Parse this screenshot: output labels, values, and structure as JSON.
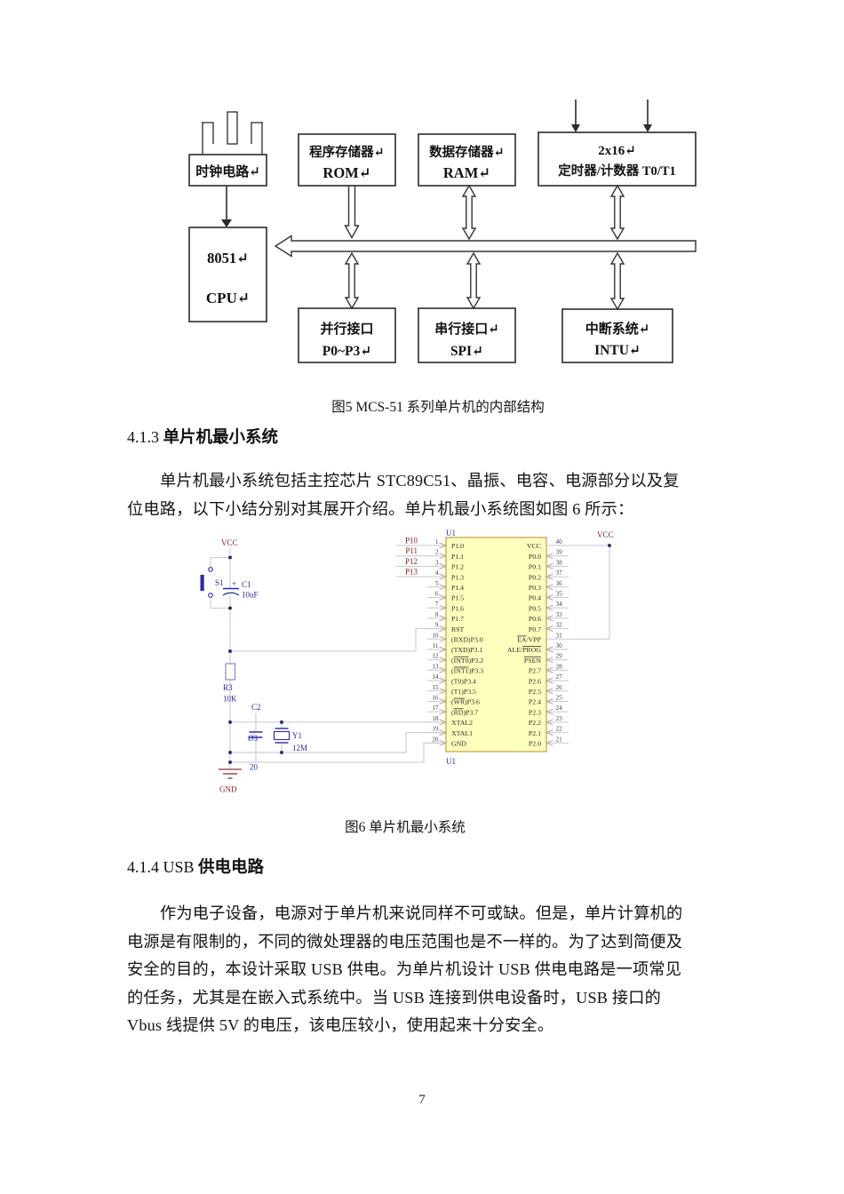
{
  "page": {
    "number": "7"
  },
  "fig5": {
    "caption": "图5 MCS-51 系列单片机的内部结构",
    "blocks": {
      "clock": {
        "lines": [
          "时钟电路↵"
        ]
      },
      "rom": {
        "lines": [
          "程序存储器↵",
          "ROM↵"
        ]
      },
      "ram": {
        "lines": [
          "数据存储器↵",
          "RAM↵"
        ]
      },
      "timer": {
        "lines": [
          "2x16↵",
          "定时器/计数器 T0/T1"
        ]
      },
      "cpu": {
        "lines": [
          "8051↵",
          "CPU↵"
        ]
      },
      "parallel": {
        "lines": [
          "并行接口",
          "P0~P3↵"
        ]
      },
      "serial": {
        "lines": [
          "串行接口↵",
          "SPI↵"
        ]
      },
      "interrupt": {
        "lines": [
          "中断系统↵",
          "INTU↵"
        ]
      }
    }
  },
  "sections": {
    "s413": {
      "prefix": "4.1.3 ",
      "title": "单片机最小系统"
    },
    "s414": {
      "prefix": "4.1.4 USB ",
      "title": "供电电路"
    }
  },
  "paragraphs": {
    "p1": {
      "lines": [
        "单片机最小系统包括主控芯片 STC89C51、晶振、电容、电源部分以及复",
        "位电路，以下小结分别对其展开介绍。单片机最小系统图如图 6 所示："
      ]
    },
    "p2": {
      "lines": [
        "作为电子设备，电源对于单片机来说同样不可或缺。但是，单片计算机的",
        "电源是有限制的，不同的微处理器的电压范围也是不一样的。为了达到简便及",
        "安全的目的，本设计采取 USB 供电。为单片机设计 USB 供电电路是一项常见",
        "的任务，尤其是在嵌入式系统中。当 USB 连接到供电设备时，USB 接口的",
        "Vbus 线提供 5V 的电压，该电压较小，使用起来十分安全。"
      ]
    }
  },
  "fig6": {
    "caption": "图6 单片机最小系统",
    "labels": {
      "u1_top": "U1",
      "u1_bottom": "U1",
      "vcc_left": "VCC",
      "vcc_right": "VCC",
      "gnd": "GND",
      "s1": "S1",
      "plus": "+",
      "c1": "C1",
      "c1_val": "10uF",
      "r3": "R3",
      "r3_val": "10K",
      "c2": "C2",
      "c2_val": "Ø3",
      "c2_val2": "20",
      "y1": "Y1",
      "y1_val": "12M"
    },
    "net_labels": [
      "P10",
      "P11",
      "P12",
      "P13"
    ],
    "chip": {
      "left_pins": [
        {
          "num": "1",
          "segs": [
            [
              "P1.0",
              false
            ]
          ]
        },
        {
          "num": "2",
          "segs": [
            [
              "P1.1",
              false
            ]
          ]
        },
        {
          "num": "3",
          "segs": [
            [
              "P1.2",
              false
            ]
          ]
        },
        {
          "num": "4",
          "segs": [
            [
              "P1.3",
              false
            ]
          ]
        },
        {
          "num": "5",
          "segs": [
            [
              "P1.4",
              false
            ]
          ]
        },
        {
          "num": "6",
          "segs": [
            [
              "P1.5",
              false
            ]
          ]
        },
        {
          "num": "7",
          "segs": [
            [
              "P1.6",
              false
            ]
          ]
        },
        {
          "num": "8",
          "segs": [
            [
              "P1.7",
              false
            ]
          ]
        },
        {
          "num": "9",
          "segs": [
            [
              "RST",
              false
            ]
          ]
        },
        {
          "num": "10",
          "segs": [
            [
              "(RXD)P3.0",
              false
            ]
          ]
        },
        {
          "num": "11",
          "segs": [
            [
              "(TXD)P3.1",
              false
            ]
          ]
        },
        {
          "num": "12",
          "segs": [
            [
              "(",
              false
            ],
            [
              "INT0",
              true
            ],
            [
              ")P3.2",
              false
            ]
          ]
        },
        {
          "num": "13",
          "segs": [
            [
              "(",
              false
            ],
            [
              "INT1",
              true
            ],
            [
              ")P3.3",
              false
            ]
          ]
        },
        {
          "num": "14",
          "segs": [
            [
              "(T0)P3.4",
              false
            ]
          ]
        },
        {
          "num": "15",
          "segs": [
            [
              "(T1)P3.5",
              false
            ]
          ]
        },
        {
          "num": "16",
          "segs": [
            [
              "(",
              false
            ],
            [
              "WR",
              true
            ],
            [
              ")P3.6",
              false
            ]
          ]
        },
        {
          "num": "17",
          "segs": [
            [
              "(",
              false
            ],
            [
              "RD",
              true
            ],
            [
              ")P3.7",
              false
            ]
          ]
        },
        {
          "num": "18",
          "segs": [
            [
              "XTAL2",
              false
            ]
          ]
        },
        {
          "num": "19",
          "segs": [
            [
              "XTAL1",
              false
            ]
          ]
        },
        {
          "num": "20",
          "segs": [
            [
              "GND",
              false
            ]
          ]
        }
      ],
      "right_pins": [
        {
          "num": "40",
          "segs": [
            [
              "VCC",
              false
            ]
          ]
        },
        {
          "num": "39",
          "segs": [
            [
              "P0.0",
              false
            ]
          ]
        },
        {
          "num": "38",
          "segs": [
            [
              "P0.1",
              false
            ]
          ]
        },
        {
          "num": "37",
          "segs": [
            [
              "P0.2",
              false
            ]
          ]
        },
        {
          "num": "36",
          "segs": [
            [
              "P0.3",
              false
            ]
          ]
        },
        {
          "num": "35",
          "segs": [
            [
              "P0.4",
              false
            ]
          ]
        },
        {
          "num": "34",
          "segs": [
            [
              "P0.5",
              false
            ]
          ]
        },
        {
          "num": "33",
          "segs": [
            [
              "P0.6",
              false
            ]
          ]
        },
        {
          "num": "32",
          "segs": [
            [
              "P0.7",
              false
            ]
          ]
        },
        {
          "num": "31",
          "segs": [
            [
              "EA",
              true
            ],
            [
              "/VPP",
              false
            ]
          ]
        },
        {
          "num": "30",
          "segs": [
            [
              "ALE/",
              false
            ],
            [
              "PROG",
              true
            ]
          ]
        },
        {
          "num": "29",
          "segs": [
            [
              "PSEN",
              true
            ]
          ]
        },
        {
          "num": "28",
          "segs": [
            [
              "P2.7",
              false
            ]
          ]
        },
        {
          "num": "27",
          "segs": [
            [
              "P2.6",
              false
            ]
          ]
        },
        {
          "num": "26",
          "segs": [
            [
              "P2.5",
              false
            ]
          ]
        },
        {
          "num": "25",
          "segs": [
            [
              "P2.4",
              false
            ]
          ]
        },
        {
          "num": "24",
          "segs": [
            [
              "P2.3",
              false
            ]
          ]
        },
        {
          "num": "23",
          "segs": [
            [
              "P2.2",
              false
            ]
          ]
        },
        {
          "num": "22",
          "segs": [
            [
              "P2.1",
              false
            ]
          ]
        },
        {
          "num": "21",
          "segs": [
            [
              "P2.0",
              false
            ]
          ]
        }
      ]
    }
  }
}
